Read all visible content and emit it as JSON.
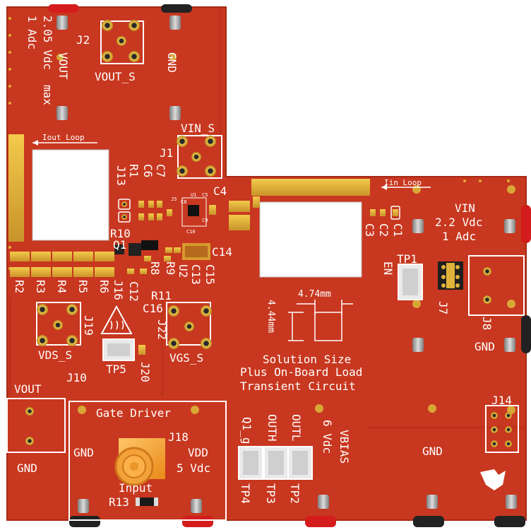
{
  "colors": {
    "board": "#c8371f",
    "board_edge": "#b02e19",
    "copper": "#e0b030",
    "silkscreen": "#ffffff",
    "cutout": "#ffffff",
    "connector_red": "#d51c1c",
    "connector_black": "#222222"
  },
  "labels": {
    "vout_rating_line1": "2.05 Vdc",
    "vout_rating_line2": "1 Adc",
    "vout_vertical": "VOUT",
    "max": "max",
    "j2": "J2",
    "vout_s": "VOUT_S",
    "gnd_top": "GND",
    "vin_s": "VIN_S",
    "j1": "J1",
    "iout_loop": "Iout Loop",
    "iin_loop": "Iin Loop",
    "j13": "J13",
    "r1": "R1",
    "c6": "C6",
    "c7": "C7",
    "c4": "C4",
    "c8": "C8",
    "u1": "U1",
    "c5": "C5",
    "c9": "C9",
    "c10": "C10",
    "j5": "J5",
    "r10": "R10",
    "q1": "Q1",
    "c14": "C14",
    "r2": "R2",
    "r3": "R3",
    "r4": "R4",
    "r5": "R5",
    "r6": "R6",
    "j16": "J16",
    "c12": "C12",
    "r8": "R8",
    "r9": "R9",
    "u2": "U2",
    "c13": "C13",
    "c15": "C15",
    "r11": "R11",
    "c16": "C16",
    "j19": "J19",
    "j22": "J22",
    "vds_s": "VDS_S",
    "vgs_s": "VGS_S",
    "j10": "J10",
    "tp5": "TP5",
    "j20": "J20",
    "dim_w": "4.74mm",
    "dim_h": "4.44mm",
    "solution_line1": "Solution Size",
    "solution_line2": "Plus On-Board Load",
    "solution_line3": "Transient Circuit",
    "vin": "VIN",
    "vin_rating1": "2.2 Vdc",
    "vin_rating2": "1 Adc",
    "c1": "C1",
    "c2": "C2",
    "c3": "C3",
    "tp1": "TP1",
    "en": "EN",
    "j7": "J7",
    "j8": "J8",
    "gnd_right": "GND",
    "j14": "J14",
    "gnd_bottom_right": "GND",
    "vout_left": "VOUT",
    "gnd_left": "GND",
    "gate_driver": "Gate Driver",
    "j18": "J18",
    "gnd_gate": "GND",
    "vdd": "VDD",
    "vdd_rating": "5 Vdc",
    "input": "Input",
    "r13": "R13",
    "q1_g": "Q1_g",
    "outh": "OUTH",
    "outl": "OUTL",
    "vbias": "VBIAS",
    "vbias_rating": "6 Vdc",
    "tp4": "TP4",
    "tp3": "TP3",
    "tp2": "TP2"
  }
}
